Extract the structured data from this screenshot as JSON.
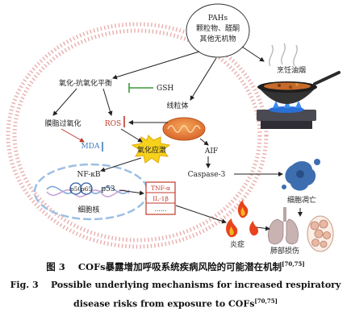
{
  "diagram": {
    "pahs": {
      "line1": "PAHs",
      "line2": "颗粒物、醛酮",
      "line3": "其他无机物"
    },
    "cooking_fumes": "烹饪油烟",
    "oxidative_balance": "氧化-抗氧化平衡",
    "gsh": "GSH",
    "mitochondria": "线粒体",
    "lipid_peroxidation": "膜脂过氧化",
    "ros": "ROS",
    "mda": "MDA",
    "oxidative_stress": "氧化应激",
    "aif": "AIF",
    "caspase": "Caspase-3",
    "nfkb": "NF-κB",
    "p50": "p50",
    "p65": "p65",
    "p53": "p53",
    "nucleus": "细胞核",
    "cytokines": [
      "TNF-α",
      "IL-1β",
      "……"
    ],
    "apoptosis": "细胞凋亡",
    "inflammation": "炎症",
    "lung_injury": "肺部损伤"
  },
  "caption": {
    "cn_prefix": "图 3",
    "cn_text": "COFs暴露增加呼吸系统疾病风险的可能潜在机制",
    "cn_ref": "[70,75]",
    "en_prefix": "Fig. 3",
    "en_line1": "Possible underlying mechanisms for increased respiratory",
    "en_line2": "disease risks from exposure to COFs",
    "en_ref": "[70,75]"
  },
  "colors": {
    "cell_ring": "#e88f8f",
    "inhibit": "#3a9a3a",
    "ros": "#c0392b",
    "mda": "#3f7cc0",
    "nucleus_ring": "#8fb4dc"
  }
}
